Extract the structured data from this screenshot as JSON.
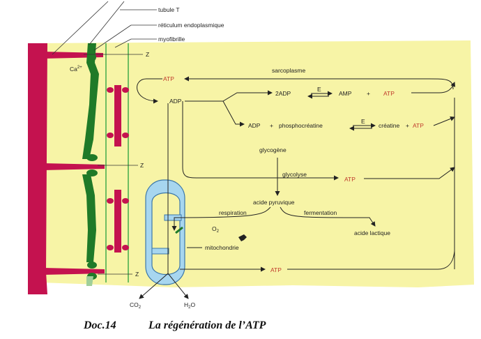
{
  "labels": {
    "tubule": "tubule T",
    "reticulum": "réticulum endoplasmique",
    "myofibril": "myofibrille",
    "ca": "Ca",
    "ca_charge": "2+",
    "z1": "Z",
    "z2": "Z",
    "z3": "Z",
    "sarcoplasm": "sarcoplasme",
    "atp_top": "ATP",
    "adp": "ADP",
    "two_adp": "2ADP",
    "enzyme_1": "E",
    "amp": "AMP",
    "plus_1": "+",
    "atp_1": "ATP",
    "adp_2": "ADP",
    "plus_2": "+",
    "phosphocreatine": "phosphocréatine",
    "enzyme_2": "E",
    "creatine": "créatine",
    "plus_3": "+",
    "atp_2": "ATP",
    "glycogen": "glycogène",
    "glycolysis": "glycolyse",
    "atp_glyco": "ATP",
    "pyruvic": "acide pyruvique",
    "respiration": "respiration",
    "fermentation": "fermentation",
    "o2": "O",
    "o2_sub": "2",
    "lactic": "acide lactique",
    "mitochondria": "mitochondrie",
    "atp_mito": "ATP",
    "co2": "CO",
    "co2_sub": "2",
    "h2o_h": "H",
    "h2o_sub": "2",
    "h2o_o": "O"
  },
  "caption": {
    "doc": "Doc.14",
    "title": "La régénération de l’ATP"
  },
  "colors": {
    "background": "#f7f4a6",
    "membrane": "#c4124f",
    "reticulum": "#1f7a28",
    "myofibril_line": "#4caf50",
    "mitochondria_fill": "#a7d6ef",
    "mitochondria_stroke": "#3b77a8",
    "atp": "#c0392b"
  }
}
